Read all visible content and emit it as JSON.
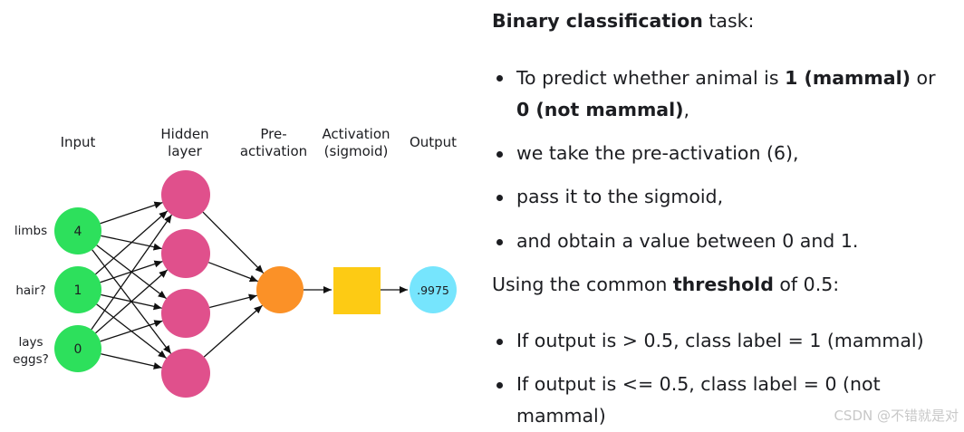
{
  "diagram": {
    "headers": {
      "input": "Input",
      "hidden": [
        "Hidden",
        "layer"
      ],
      "pre_activation": [
        "Pre-",
        "activation"
      ],
      "activation": [
        "Activation",
        "(sigmoid)"
      ],
      "output": "Output"
    },
    "features": [
      {
        "label": [
          "limbs"
        ],
        "value": "4"
      },
      {
        "label": [
          "hair?"
        ],
        "value": "1"
      },
      {
        "label": [
          "lays",
          "eggs?"
        ],
        "value": "0"
      }
    ],
    "hidden_count": 4,
    "output_value": ".9975",
    "colors": {
      "input": "#2de05c",
      "hidden": "#e0508c",
      "pre_activation": "#fb9127",
      "activation": "#fdcb14",
      "output": "#76e5fd",
      "edge": "#111111"
    }
  },
  "panel": {
    "title_bold": "Binary classification",
    "title_rest": " task:",
    "bullets1": {
      "b1": {
        "t1": "To predict whether animal is ",
        "t2": "1 (mammal)",
        "t3": " or",
        "t4": "0 (not mammal)",
        "t5": ","
      },
      "b2": "we take the pre-activation (6),",
      "b3": "pass it to the sigmoid,",
      "b4": "and obtain a value between 0 and 1."
    },
    "threshold": {
      "t1": "Using the common ",
      "t2": "threshold",
      "t3": " of 0.5:"
    },
    "bullets2": {
      "b1": "If output is > 0.5, class label = 1 (mammal)",
      "b2_l1": "If output is <= 0.5, class label = 0 (not",
      "b2_l2": "mammal)"
    }
  },
  "watermark": "CSDN @不错就是对"
}
